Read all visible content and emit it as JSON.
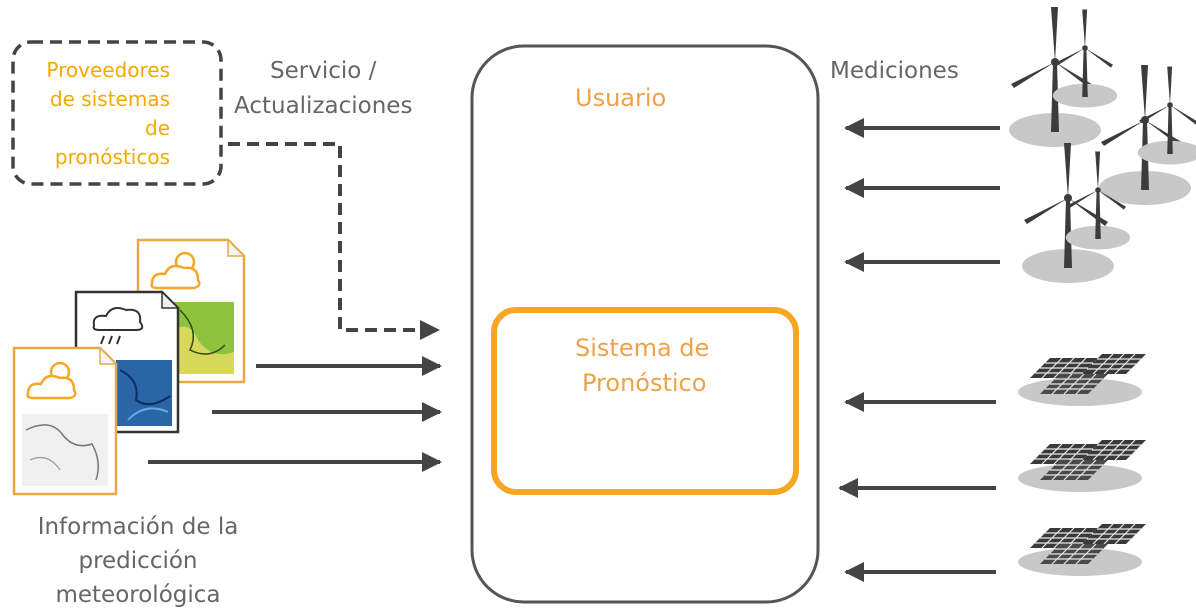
{
  "providers": {
    "lines": [
      "Proveedores",
      "de sistemas",
      "de",
      "pronósticos"
    ]
  },
  "service_label": {
    "line1": "Servicio /",
    "line2": "Actualizaciones"
  },
  "measurements_label": "Mediciones",
  "user_label": "Usuario",
  "forecast_system": {
    "line1": "Sistema de",
    "line2": "Pronóstico"
  },
  "weather_info": {
    "line1": "Información de la",
    "line2": "predicción",
    "line3": "meteorológica"
  },
  "colors": {
    "orange": "#f5a623",
    "orange_text": "#eea24a",
    "provider_text": "#f2a900",
    "grey_text": "#666666",
    "line": "#444444"
  },
  "icons": [
    "wind-turbine-icon",
    "solar-panel-icon",
    "sun-cloud-icon",
    "rain-cloud-icon",
    "weather-map-icon"
  ]
}
